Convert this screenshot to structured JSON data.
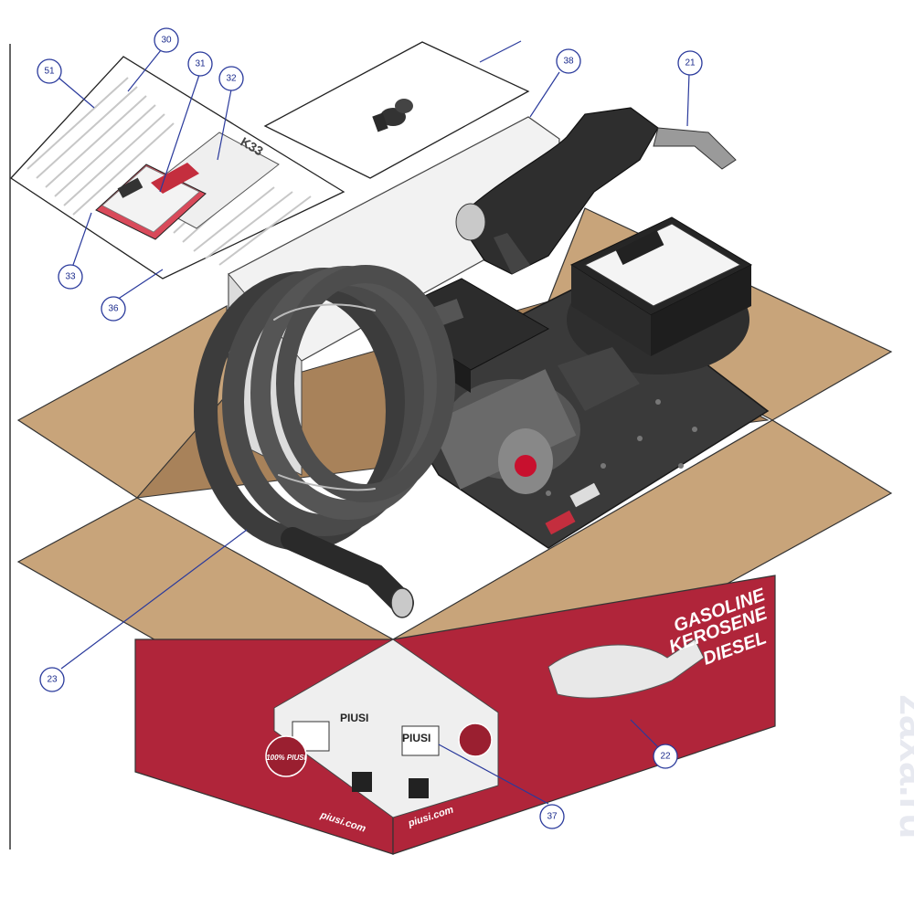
{
  "diagram": {
    "type": "exploded-packaging-diagram",
    "callouts": [
      "51",
      "30",
      "31",
      "32",
      "33",
      "36",
      "38",
      "21",
      "23",
      "22",
      "37"
    ],
    "callout_color": "#2a3a9c",
    "box_print": {
      "line1": "GASOLINE",
      "line2": "KEROSENE",
      "line3": "DIESEL",
      "website": "piusi.com",
      "brand": "PIUSI",
      "badge": "100% PIUSI"
    },
    "watermark": "zaxa.ru",
    "colors": {
      "cardboard": "#c8a47a",
      "box_red": "#b0253a",
      "hose": "#4a4a4a",
      "plate": "#3a3a3a"
    }
  }
}
